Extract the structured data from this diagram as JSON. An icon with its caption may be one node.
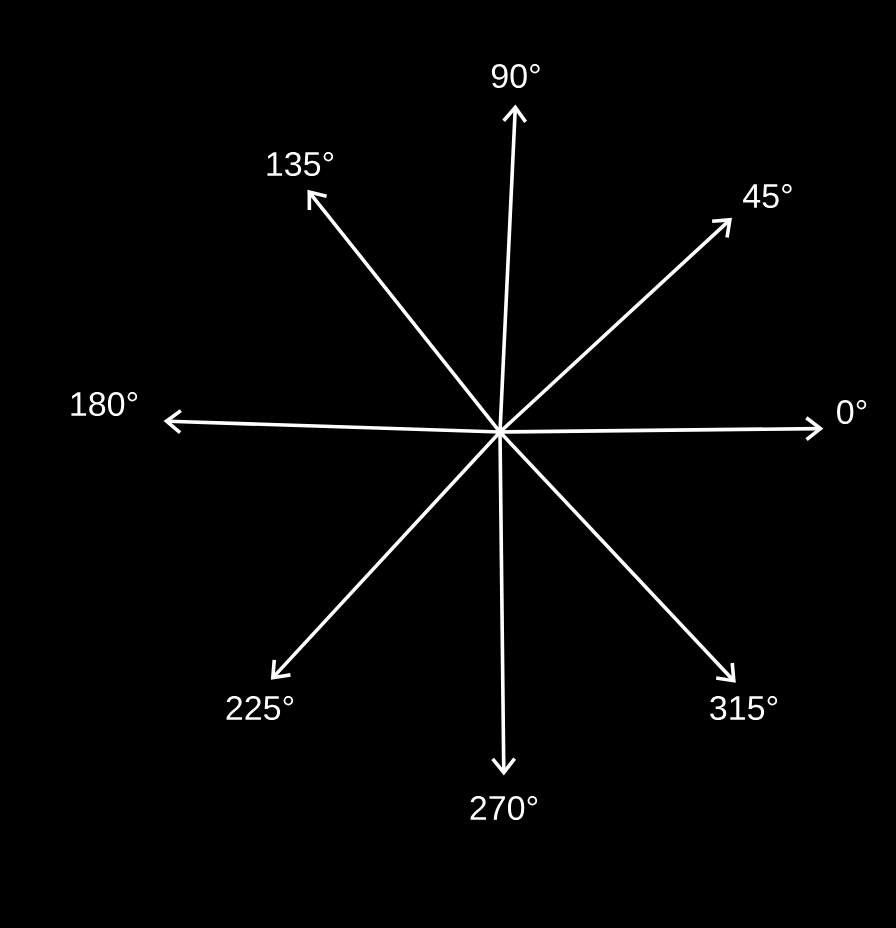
{
  "diagram": {
    "nodes": [
      {
        "text": [
          "90°"
        ]
      },
      {
        "text": [
          "135°"
        ]
      },
      {
        "text": [
          "45°"
        ]
      },
      {
        "text": [
          "180°"
        ]
      },
      {
        "text": [
          "0°"
        ]
      },
      {
        "text": [
          "225°"
        ]
      },
      {
        "text": [
          "315°"
        ]
      },
      {
        "text": [
          "270°"
        ]
      }
    ],
    "edges": [
      {
        "from": null,
        "to": 0,
        "arrow": "to"
      },
      {
        "from": null,
        "to": 1,
        "arrow": "to"
      },
      {
        "from": null,
        "to": 2,
        "arrow": "to"
      },
      {
        "from": null,
        "to": 3,
        "arrow": "to"
      },
      {
        "from": null,
        "to": 4,
        "arrow": "to"
      },
      {
        "from": null,
        "to": 5,
        "arrow": "to"
      },
      {
        "from": null,
        "to": 6,
        "arrow": "to"
      },
      {
        "from": null,
        "to": 7,
        "arrow": "to"
      }
    ]
  }
}
